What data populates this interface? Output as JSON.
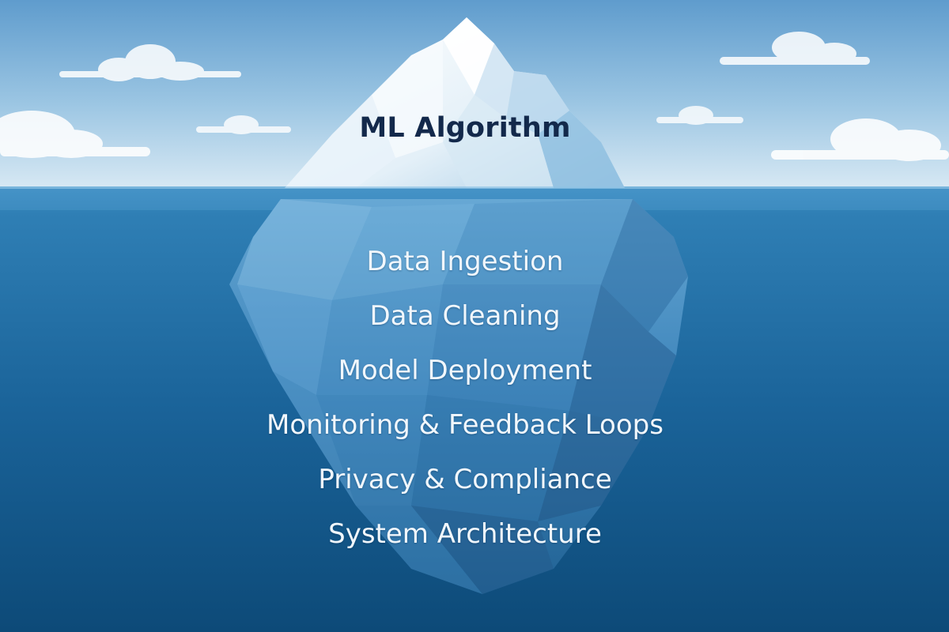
{
  "iceberg": {
    "above_water": "ML Algorithm",
    "below_water": [
      "Data Ingestion",
      "Data Cleaning",
      "Model Deployment",
      "Monitoring & Feedback Loops",
      "Privacy & Compliance",
      "System Architecture"
    ]
  },
  "colors": {
    "sky_top": "#5f9ccd",
    "sky_bottom": "#d8e9f4",
    "water_surface": "#3f8fc4",
    "water_deep": "#0d4a78",
    "tip_text": "#13294b",
    "underwater_text": "#f1f7fc"
  }
}
